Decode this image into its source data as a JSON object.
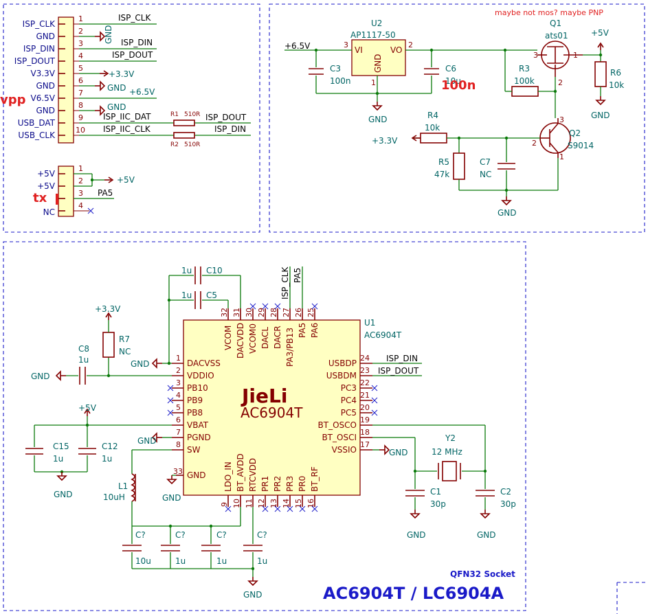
{
  "left_connector": {
    "labels": [
      "ISP_CLK",
      "GND",
      "ISP_DIN",
      "ISP_DOUT",
      "V3.3V",
      "GND",
      "V6.5V",
      "GND",
      "USB_DAT",
      "USB_CLK"
    ],
    "pins": [
      "1",
      "2",
      "3",
      "4",
      "5",
      "6",
      "7",
      "8",
      "9",
      "10"
    ],
    "vpp": "vpp",
    "net_isp_clk": "ISP_CLK",
    "net_isp_din": "ISP_DIN",
    "net_isp_dout": "ISP_DOUT",
    "gnd": "GND",
    "p33": "+3.3V",
    "p65": "+6.5V",
    "iic_dat": "ISP_IIC_DAT",
    "iic_clk": "ISP_IIC_CLK",
    "r1_ref": "R1",
    "r1_val": "510R",
    "r2_ref": "R2",
    "r2_val": "510R",
    "out_dout": "ISP_DOUT",
    "out_din": "ISP_DIN"
  },
  "small_connector": {
    "labels": [
      "+5V",
      "+5V",
      "tx",
      "NC"
    ],
    "pins": [
      "1",
      "2",
      "3",
      "4"
    ],
    "p5": "+5V",
    "pa5": "PA5",
    "tx": "tx"
  },
  "regulator": {
    "note": "maybe not mos? maybe PNP",
    "u2_ref": "U2",
    "u2_val": "AP1117-50",
    "vi": "VI",
    "vo": "VO",
    "gnd_pin": "GND",
    "pin3": "3",
    "pin2": "2",
    "pin1": "1",
    "in_v": "+6.5V",
    "c3_ref": "C3",
    "c3_val": "100n",
    "c6_ref": "C6",
    "c6_val": "10u",
    "c6_note": "100n",
    "gnd": "GND",
    "q1_ref": "Q1",
    "q1_val": "ats01",
    "q1_p3": "3",
    "q1_p1": "1",
    "q1_p2": "2",
    "p5": "+5V",
    "r3_ref": "R3",
    "r3_val": "100k",
    "r6_ref": "R6",
    "r6_val": "10k",
    "r4_ref": "R4",
    "r4_val": "10k",
    "p33": "+3.3V",
    "r5_ref": "R5",
    "r5_val": "47k",
    "c7_ref": "C7",
    "c7_val": "NC",
    "q2_ref": "Q2",
    "q2_val": "S9014",
    "q2_p3": "3",
    "q2_p2": "2",
    "q2_p1": "1"
  },
  "mcu": {
    "u1_ref": "U1",
    "u1_val": "AC6904T",
    "brand": "JieLi",
    "name": "AC6904T",
    "left_pins": [
      {
        "num": "1",
        "name": "DACVSS"
      },
      {
        "num": "2",
        "name": "VDDIO"
      },
      {
        "num": "3",
        "name": "PB10"
      },
      {
        "num": "4",
        "name": "PB9"
      },
      {
        "num": "5",
        "name": "PB8"
      },
      {
        "num": "6",
        "name": "VBAT"
      },
      {
        "num": "7",
        "name": "PGND"
      },
      {
        "num": "8",
        "name": "SW"
      },
      {
        "num": "33",
        "name": "GND"
      }
    ],
    "right_pins": [
      {
        "num": "24",
        "name": "USBDP"
      },
      {
        "num": "23",
        "name": "USBDM"
      },
      {
        "num": "22",
        "name": "PC3"
      },
      {
        "num": "21",
        "name": "PC4"
      },
      {
        "num": "20",
        "name": "PC5"
      },
      {
        "num": "19",
        "name": "BT_OSCO"
      },
      {
        "num": "18",
        "name": "BT_OSCI"
      },
      {
        "num": "17",
        "name": "VSSIO"
      }
    ],
    "top_pins": [
      {
        "num": "32",
        "name": "VCOM"
      },
      {
        "num": "31",
        "name": "DACVDD"
      },
      {
        "num": "30",
        "name": "VCOM0"
      },
      {
        "num": "29",
        "name": "DACL"
      },
      {
        "num": "28",
        "name": "DACR"
      },
      {
        "num": "27",
        "name": "PA3/PB13"
      },
      {
        "num": "26",
        "name": "PA5"
      },
      {
        "num": "25",
        "name": "PA6"
      }
    ],
    "bottom_pins": [
      {
        "num": "9",
        "name": "LDO_IN"
      },
      {
        "num": "10",
        "name": "BT_AVDD"
      },
      {
        "num": "11",
        "name": "RTCVDD"
      },
      {
        "num": "12",
        "name": "PR1"
      },
      {
        "num": "13",
        "name": "PR2"
      },
      {
        "num": "14",
        "name": "PR3"
      },
      {
        "num": "15",
        "name": "PR0"
      },
      {
        "num": "16",
        "name": "BT_RF"
      }
    ],
    "net_isp_clk": "ISP_CLK",
    "net_pa5": "PA5",
    "net_isp_din": "ISP_DIN",
    "net_isp_dout": "ISP_DOUT",
    "c10_ref": "C10",
    "c10_val": "1u",
    "c5_ref": "C5",
    "c5_val": "1u",
    "p33": "+3.3V",
    "r7_ref": "R7",
    "r7_val": "NC",
    "c8_ref": "C8",
    "c8_val": "1u",
    "gnd": "GND",
    "p5": "+5V",
    "c15_ref": "C15",
    "c15_val": "1u",
    "c12_ref": "C12",
    "c12_val": "1u",
    "l1_ref": "L1",
    "l1_val": "10uH",
    "cq_ref": "C?",
    "cq1_val": "10u",
    "cq_val": "1u",
    "y2_ref": "Y2",
    "y2_val": "12 MHz",
    "c1_ref": "C1",
    "c1_val": "30p",
    "c2_ref": "C2",
    "c2_val": "30p",
    "socket": "QFN32 Socket",
    "title": "AC6904T / LC6904A"
  }
}
